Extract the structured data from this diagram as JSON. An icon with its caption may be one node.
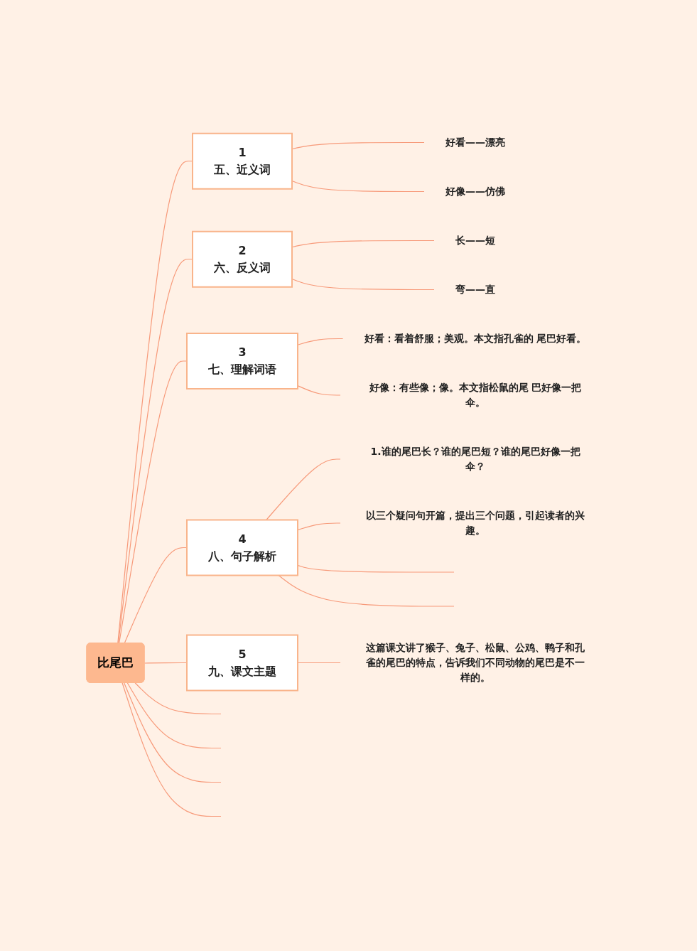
{
  "diagram": {
    "nodes": [
      {
        "text": [
          "比尾巴"
        ]
      },
      {
        "text": [
          "1",
          "五、近义词"
        ]
      },
      {
        "text": [
          "好看——漂亮"
        ]
      },
      {
        "text": [
          "好像——仿佛"
        ]
      },
      {
        "text": [
          "2",
          "六、反义词"
        ]
      },
      {
        "text": [
          "长——短"
        ]
      },
      {
        "text": [
          "弯——直"
        ]
      },
      {
        "text": [
          "3",
          "七、理解词语"
        ]
      },
      {
        "text": [
          "好看：看着舒服；美观。本文指孔雀的 尾巴好看。"
        ]
      },
      {
        "text": [
          "好像：有些像；像。本文指松鼠的尾 巴好像一把伞。"
        ]
      },
      {
        "text": [
          "4",
          "八、句子解析"
        ]
      },
      {
        "text": [
          "1.谁的尾巴长？谁的尾巴短？谁的尾巴好像一把伞？"
        ]
      },
      {
        "text": [
          "以三个疑问句开篇，提出三个问题，引起读者的兴趣。"
        ]
      },
      {
        "text": [
          "5",
          "九、课文主题"
        ]
      },
      {
        "text": [
          "这篇课文讲了猴子、兔子、松鼠、公鸡、鸭子和孔雀的尾巴的特点，告诉我们不同动物的尾巴是不一样的。"
        ]
      }
    ],
    "edges": [
      {
        "from": 0,
        "to": 1,
        "arrow": "none"
      },
      {
        "from": 1,
        "to": 2,
        "arrow": "none"
      },
      {
        "from": 1,
        "to": 3,
        "arrow": "none"
      },
      {
        "from": 0,
        "to": 4,
        "arrow": "none"
      },
      {
        "from": 4,
        "to": 5,
        "arrow": "none"
      },
      {
        "from": 4,
        "to": 6,
        "arrow": "none"
      },
      {
        "from": 0,
        "to": 7,
        "arrow": "none"
      },
      {
        "from": 7,
        "to": 8,
        "arrow": "none"
      },
      {
        "from": 7,
        "to": 9,
        "arrow": "none"
      },
      {
        "from": 0,
        "to": 10,
        "arrow": "none"
      },
      {
        "from": 10,
        "to": 11,
        "arrow": "none"
      },
      {
        "from": 10,
        "to": 12,
        "arrow": "none"
      },
      {
        "from": 10,
        "to": null,
        "arrow": "none"
      },
      {
        "from": 10,
        "to": null,
        "arrow": "none"
      },
      {
        "from": 0,
        "to": 13,
        "arrow": "none"
      },
      {
        "from": 13,
        "to": 14,
        "arrow": "none"
      },
      {
        "from": 0,
        "to": null,
        "arrow": "none"
      },
      {
        "from": 0,
        "to": null,
        "arrow": "none"
      },
      {
        "from": 0,
        "to": null,
        "arrow": "none"
      },
      {
        "from": 0,
        "to": null,
        "arrow": "none"
      }
    ]
  }
}
